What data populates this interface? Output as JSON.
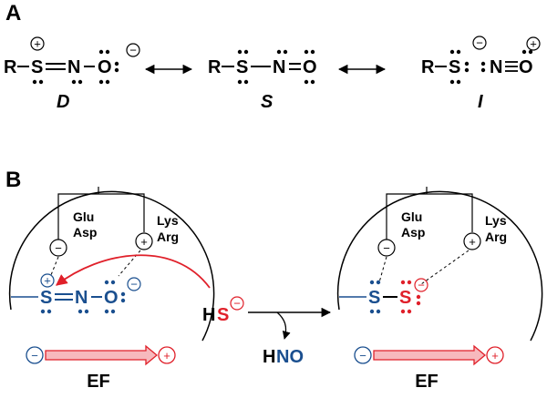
{
  "panel_a": {
    "label": "A",
    "structures": [
      {
        "name": "D",
        "atoms": [
          "R",
          "S",
          "N",
          "O"
        ]
      },
      {
        "name": "S",
        "atoms": [
          "R",
          "S",
          "N",
          "O"
        ]
      },
      {
        "name": "I",
        "atoms": [
          "R",
          "S",
          "N",
          "O"
        ]
      }
    ]
  },
  "panel_b": {
    "label": "B",
    "left": {
      "acid_residues": [
        "Glu",
        "Asp"
      ],
      "base_residues": [
        "Lys",
        "Arg"
      ],
      "atoms": [
        "S",
        "N",
        "O"
      ],
      "field_label": "EF"
    },
    "nucleophile": {
      "h": "H",
      "s": "S"
    },
    "byproduct": {
      "h": "H",
      "no": "NO"
    },
    "right": {
      "acid_residues": [
        "Glu",
        "Asp"
      ],
      "base_residues": [
        "Lys",
        "Arg"
      ],
      "atoms": [
        "S",
        "S"
      ],
      "field_label": "EF"
    }
  },
  "colors": {
    "blue": "#1a4f8f",
    "red": "#e0202a",
    "arrow_fill": "#f7b9bd"
  },
  "symbols": {
    "plus": "+",
    "minus": "−"
  }
}
